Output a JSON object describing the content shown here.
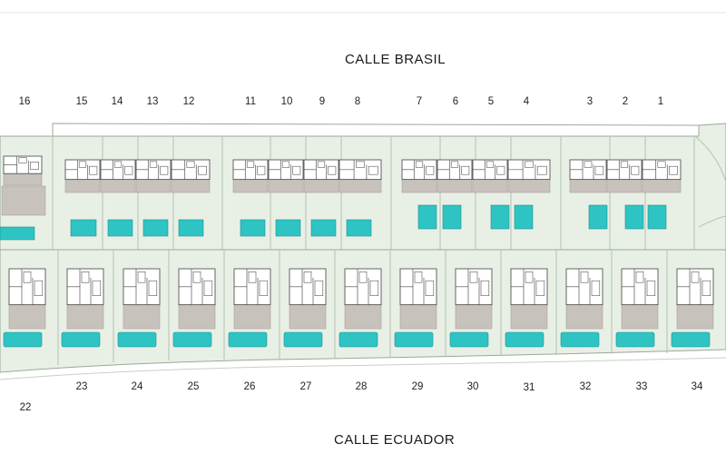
{
  "streets": {
    "top": "CALLE BRASIL",
    "bottom": "CALLE ECUADOR"
  },
  "top_lot_numbers": [
    "16",
    "15",
    "14",
    "13",
    "12",
    "11",
    "10",
    "9",
    "8",
    "7",
    "6",
    "5",
    "4",
    "3",
    "2",
    "1"
  ],
  "bottom_lot_numbers": [
    "22",
    "23",
    "24",
    "25",
    "26",
    "27",
    "28",
    "29",
    "30",
    "31",
    "32",
    "33",
    "34"
  ],
  "colors": {
    "lot_fill": "#e8f0e5",
    "lot_line": "#9aa89a",
    "pool": "#2fc4c4",
    "terrace": "#c8c2bc",
    "building_line": "#555555",
    "street_text": "#1a1a1a"
  }
}
